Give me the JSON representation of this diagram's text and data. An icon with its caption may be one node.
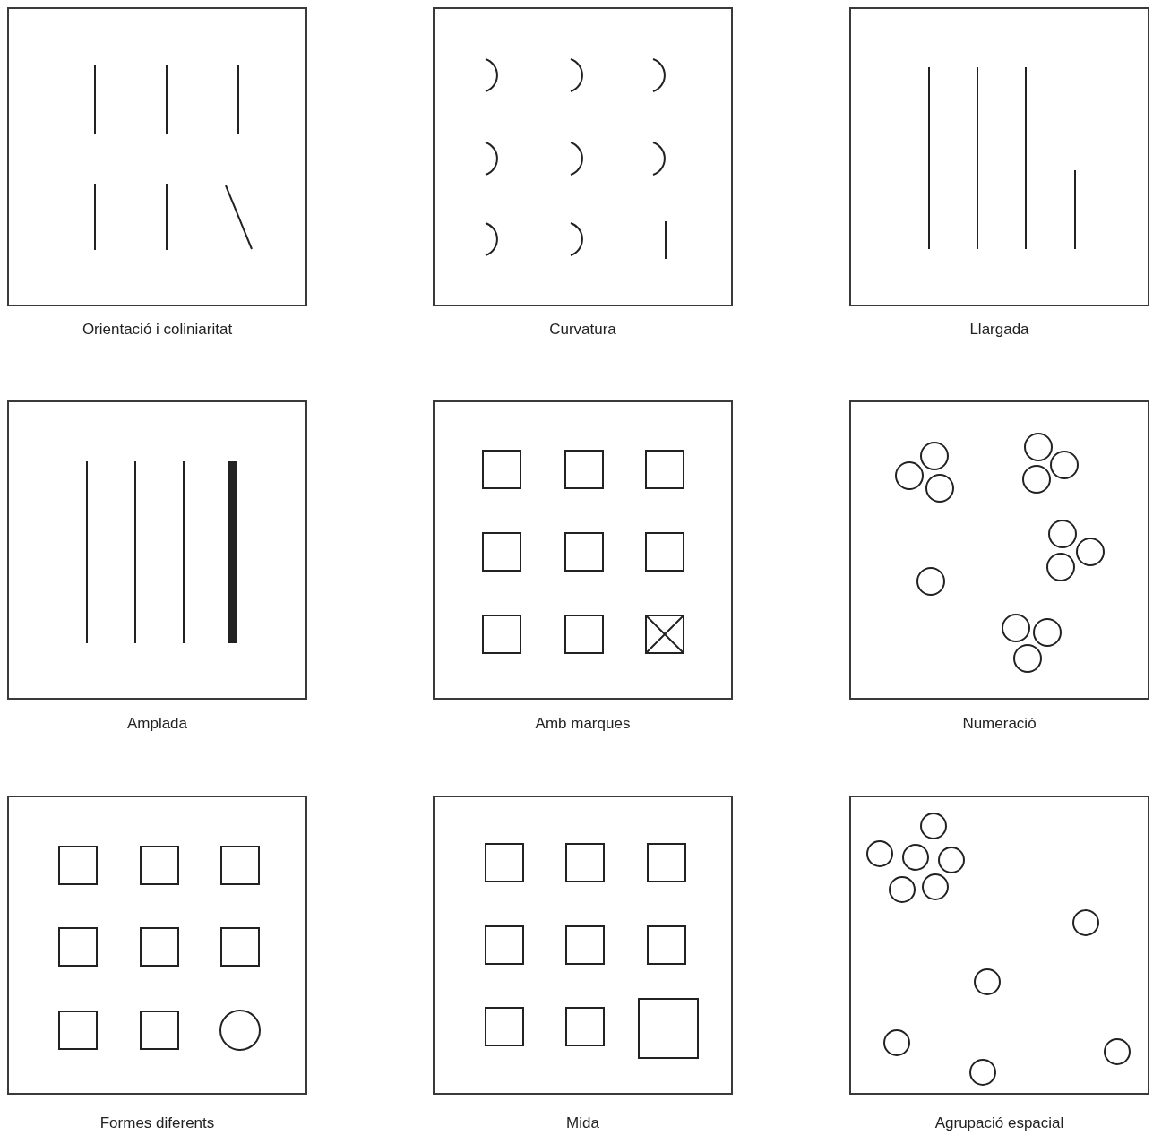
{
  "diagram": {
    "nodes": [
      {
        "text": [
          "Orientació i coliniaritat"
        ]
      },
      {
        "text": [
          "Curvatura"
        ]
      },
      {
        "text": [
          "Llargada"
        ]
      },
      {
        "text": [
          "Amplada"
        ]
      },
      {
        "text": [
          "Amb marques"
        ]
      },
      {
        "text": [
          "Numeració"
        ]
      },
      {
        "text": [
          "Formes diferents"
        ]
      },
      {
        "text": [
          "Mida"
        ]
      },
      {
        "text": [
          "Agrupació espacial"
        ]
      }
    ]
  }
}
